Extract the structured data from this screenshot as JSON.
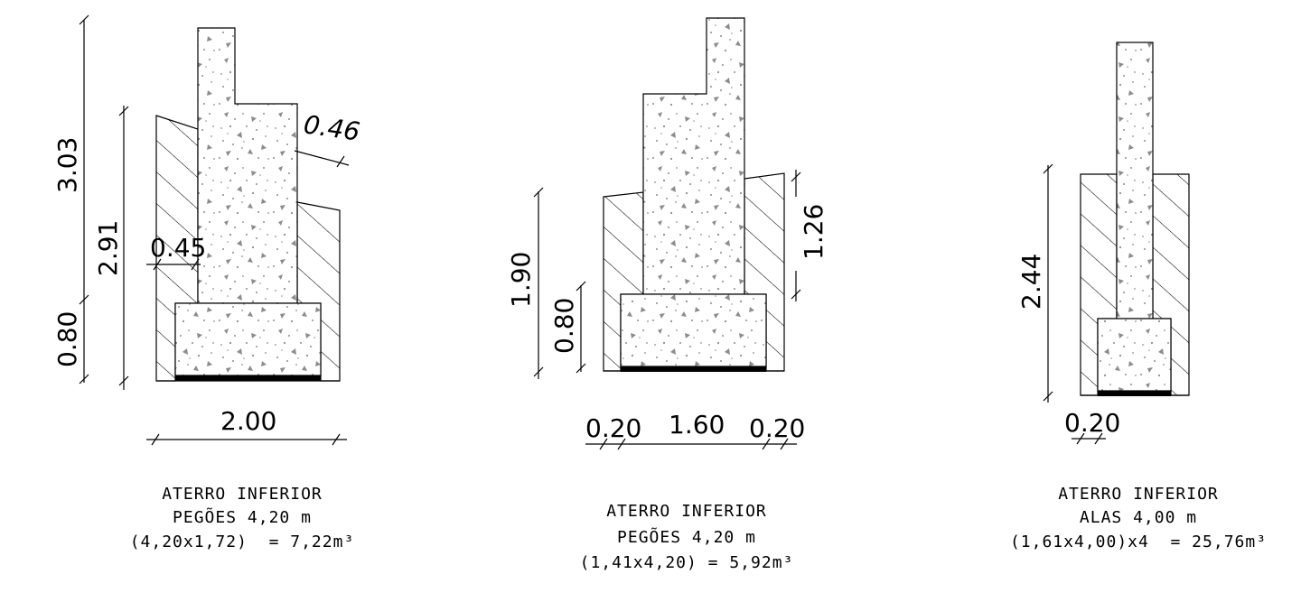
{
  "sections": [
    {
      "dims": {
        "total_height": "3.03",
        "wall_height": "2.91",
        "footing_height": "0.80",
        "wall_thickness": "0.45",
        "top_offset": "0.46",
        "width": "2.00"
      },
      "caption": [
        "ATERRO INFERIOR",
        "PEGÕES 4,20 m",
        "(4,20x1,72)  = 7,22m³"
      ]
    },
    {
      "dims": {
        "total_height": "1.90",
        "footing_height": "0.80",
        "fill_height": "1.26",
        "left_offset": "0.20",
        "width": "1.60",
        "right_offset": "0.20"
      },
      "caption": [
        "ATERRO INFERIOR",
        "PEGÕES 4,20 m",
        "(1,41x4,20) = 5,92m³"
      ]
    },
    {
      "dims": {
        "total_height": "2.44",
        "left_offset": "0.20"
      },
      "caption": [
        "ATERRO INFERIOR",
        "ALAS 4,00 m",
        "(1,61x4,00)x4  = 25,76m³"
      ]
    }
  ]
}
